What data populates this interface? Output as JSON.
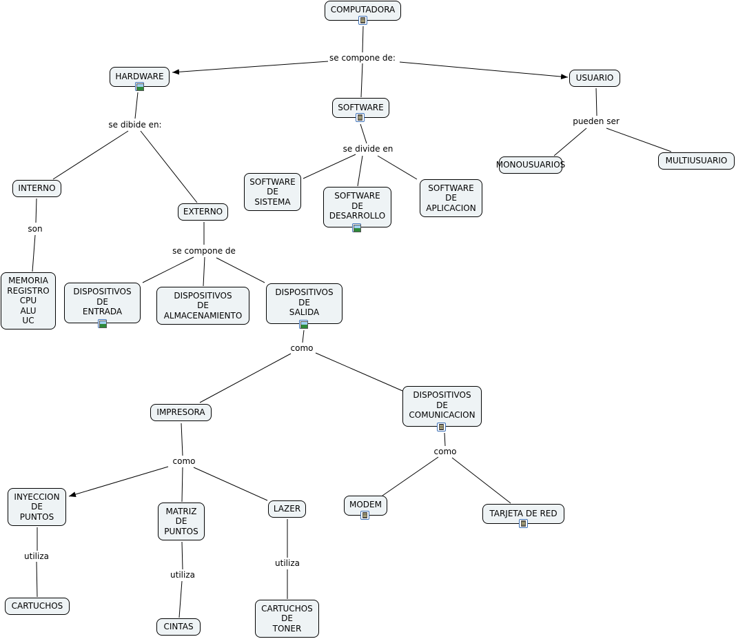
{
  "nodes": {
    "computadora": "COMPUTADORA",
    "hardware": "HARDWARE",
    "usuario": "USUARIO",
    "software": "SOFTWARE",
    "interno": "INTERNO",
    "externo": "EXTERNO",
    "sw_sistema": "SOFTWARE\nDE\nSISTEMA",
    "sw_desarrollo": "SOFTWARE\nDE\nDESARROLLO",
    "sw_aplicacion": "SOFTWARE\nDE\nAPLICACION",
    "monousuarios": "MONOUSUARIOS",
    "multiusuario": "MULTIUSUARIO",
    "memoria": "MEMORIA\nREGISTRO\nCPU\nALU\nUC",
    "disp_entrada": "DISPOSITIVOS\nDE\nENTRADA",
    "disp_almacenamiento": "DISPOSITIVOS\nDE\nALMACENAMIENTO",
    "disp_salida": "DISPOSITIVOS\nDE\nSALIDA",
    "impresora": "IMPRESORA",
    "disp_comunicacion": "DISPOSITIVOS\nDE\nCOMUNICACION",
    "inyeccion": "INYECCION\nDE\nPUNTOS",
    "matriz": "MATRIZ\nDE\nPUNTOS",
    "lazer": "LAZER",
    "modem": "MODEM",
    "tarjeta_red": "TARJETA DE RED",
    "cartuchos": "CARTUCHOS",
    "cintas": "CINTAS",
    "cartuchos_toner": "CARTUCHOS\nDE\nTONER"
  },
  "links": {
    "compone1": "se compone de:",
    "dibide": "se dibide en:",
    "divide": "se divide en",
    "pueden": "pueden ser",
    "son": "son",
    "compone2": "se compone de",
    "como1": "como",
    "como2": "como",
    "como3": "como",
    "utiliza1": "utiliza",
    "utiliza2": "utiliza",
    "utiliza3": "utiliza"
  },
  "colors": {
    "node_fill": "#eef3f5",
    "line": "#000000"
  }
}
